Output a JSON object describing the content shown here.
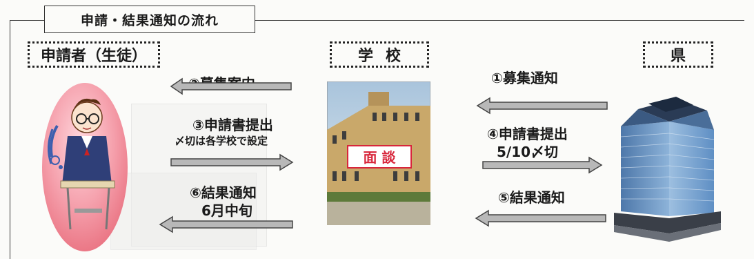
{
  "title": "申請・結果通知の流れ",
  "actors": {
    "student": "申請者（生徒）",
    "school": "学校",
    "prefecture": "県"
  },
  "school_image": {
    "stamp_text": "面 談"
  },
  "steps": {
    "step2": "②募集案内",
    "step3": "③申請書提出",
    "step3_note": "〆切は各学校で設定",
    "step6": "⑥結果通知",
    "step6_note": "6月中旬",
    "step1": "①募集通知",
    "step4": "④申請書提出",
    "step4_note": "5/10〆切",
    "step5": "⑤結果通知"
  },
  "colors": {
    "arrow_fill": "#b8b8b8",
    "arrow_stroke": "#444444",
    "frame": "#333333",
    "egg_pink": "#f08a9a",
    "building_blue": "#5f8fc4",
    "stamp_red": "#d8263b"
  }
}
